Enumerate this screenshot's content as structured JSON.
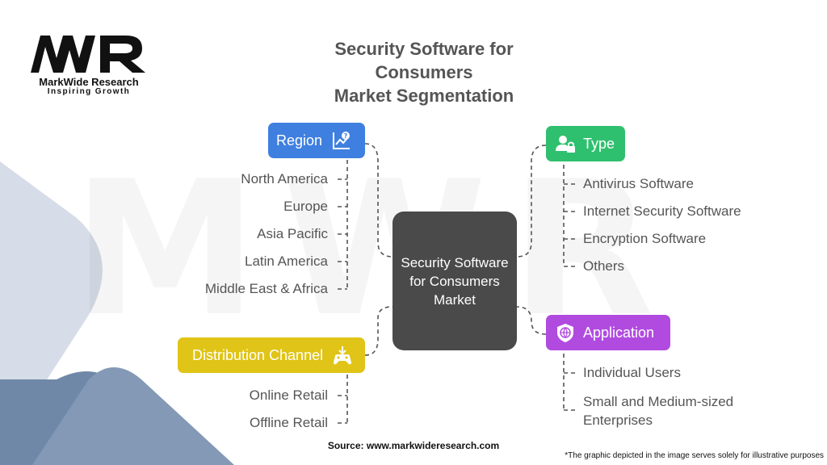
{
  "logo": {
    "mark": "MWR",
    "name": "MarkWide Research",
    "tagline": "Inspiring Growth"
  },
  "title": {
    "line1": "Security Software for Consumers",
    "line2": "Market Segmentation"
  },
  "center": {
    "label": "Security Software for Consumers Market"
  },
  "segments": {
    "region": {
      "label": "Region",
      "color": "#3f7fe0",
      "icon": "chart-magnifier-icon",
      "items": [
        "North America",
        "Europe",
        "Asia Pacific",
        "Latin America",
        "Middle East & Africa"
      ]
    },
    "type": {
      "label": "Type",
      "color": "#2fc06f",
      "icon": "user-lock-icon",
      "items": [
        "Antivirus Software",
        "Internet Security Software",
        "Encryption Software",
        "Others"
      ]
    },
    "distribution": {
      "label": "Distribution Channel",
      "color": "#e0c417",
      "icon": "gamepad-download-icon",
      "items": [
        "Online Retail",
        "Offline Retail"
      ]
    },
    "application": {
      "label": "Application",
      "color": "#b14be0",
      "icon": "globe-shield-icon",
      "items": [
        "Individual Users",
        "Small and Medium-sized Enterprises"
      ]
    }
  },
  "footer": {
    "source": "Source: www.markwideresearch.com",
    "disclaimer": "*The graphic depicted in the image serves solely for illustrative purposes"
  }
}
